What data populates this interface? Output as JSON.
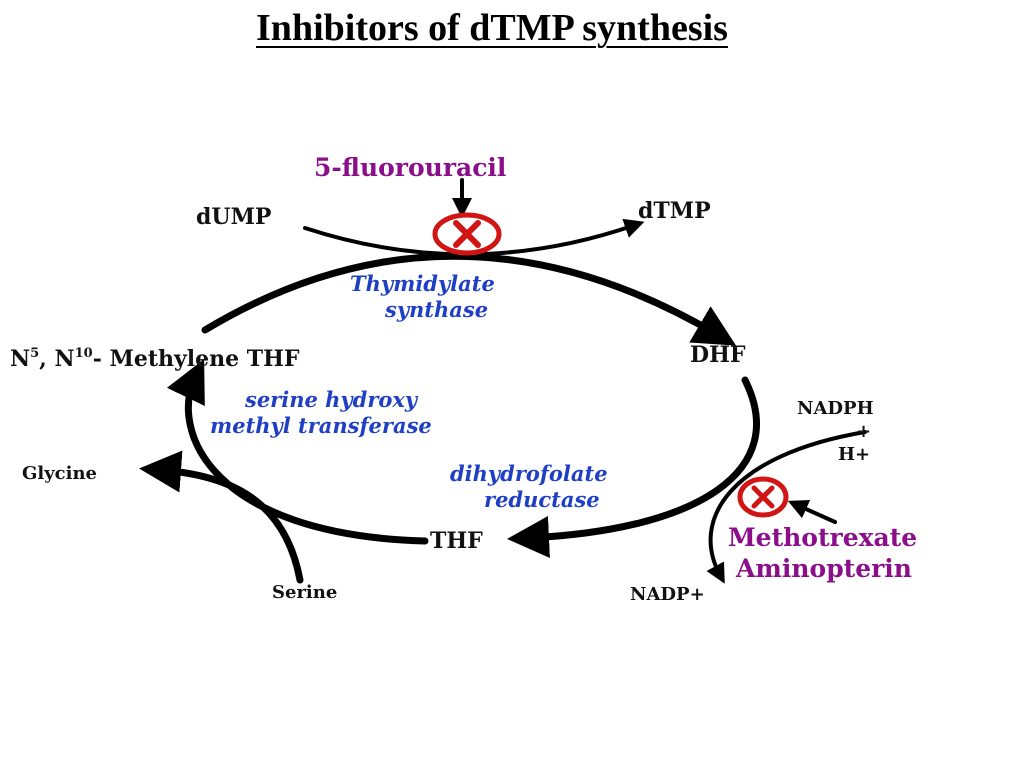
{
  "title": "Inhibitors of dTMP synthesis",
  "inhibitors": {
    "fluorouracil": "5-fluorouracil",
    "methotrexate": "Methotrexate",
    "aminopterin": "Aminopterin"
  },
  "metabolites": {
    "dump": "dUMP",
    "dtmp": "dTMP",
    "dhf": "DHF",
    "thf": "THF",
    "methylene_thf_prefix_n": "N",
    "methylene_thf_sup5": "5",
    "methylene_thf_mid": ", N",
    "methylene_thf_sup10": "10",
    "methylene_thf_rest": "- Methylene THF",
    "glycine": "Glycine",
    "serine": "Serine",
    "nadph": "NADPH",
    "plus": "+",
    "h_plus": "H+",
    "nadp": "NADP+"
  },
  "enzymes": {
    "thymidylate_1": "Thymidylate",
    "thymidylate_2": "synthase",
    "shmt_1": "serine hydroxy",
    "shmt_2": "methyl transferase",
    "dhfr_1": "dihydrofolate",
    "dhfr_2": "reductase"
  },
  "colors": {
    "enzyme_text": "#1f3fc4",
    "inhibitor_text": "#8b0f8b",
    "block_symbol": "#d11414"
  },
  "icons": {
    "block": "circled-x-icon"
  }
}
